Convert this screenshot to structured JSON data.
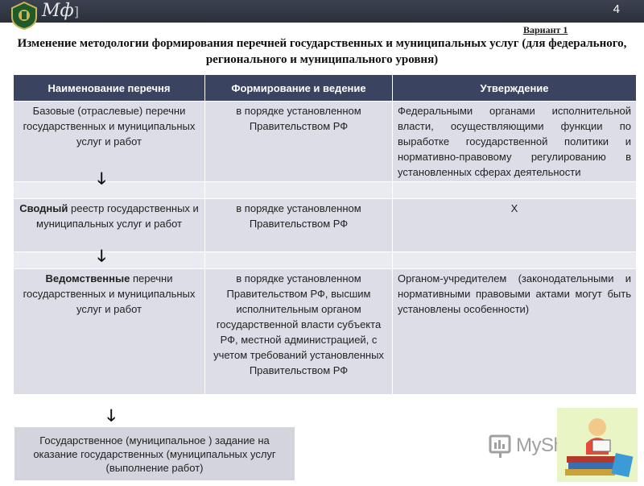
{
  "header": {
    "logo_text": "Мф",
    "logo_bracket": "]",
    "slide_number": "4"
  },
  "variant": "Вариант 1",
  "title": "Изменение методологии формирования перечней государственных и муниципальных услуг (для федерального, регионального и муниципального уровня)",
  "table": {
    "headers": [
      "Наименование перечня",
      "Формирование и ведение",
      "Утверждение"
    ],
    "rows": [
      {
        "name_bold": "",
        "name_rest": "Базовые (отраслевые) перечни государственных и муниципальных услуг и работ",
        "formation": "в порядке установленном Правительством РФ",
        "approval": "Федеральными органами исполнительной власти, осуществляющими функции по выработке государственной политики и нормативно-правовому регулированию в установленных сферах деятельности"
      },
      {
        "name_bold": "Сводный",
        "name_rest": " реестр государственных и муниципальных услуг и работ",
        "formation": "в порядке установленном Правительством РФ",
        "approval": "Х"
      },
      {
        "name_bold": "Ведомственные",
        "name_rest": " перечни государственных и муниципальных услуг и работ",
        "formation": "в порядке установленном Правительством РФ, высшим исполнительным органом государственной власти субъекта РФ, местной администрацией, с учетом требований установленных Правительством РФ",
        "approval": "Органом-учредителем (законодательными и нормативными правовыми актами могут быть установлены особенности)"
      }
    ]
  },
  "arrows": {
    "glyph": "🡓"
  },
  "task_box": "Государственное (муниципальное ) задание на оказание государственных (муниципальных услуг (выполнение работ)",
  "watermark": {
    "text": "MyShared",
    "icon": "myshared-logo-icon"
  },
  "decor": {
    "icon": "books-reader-icon"
  }
}
